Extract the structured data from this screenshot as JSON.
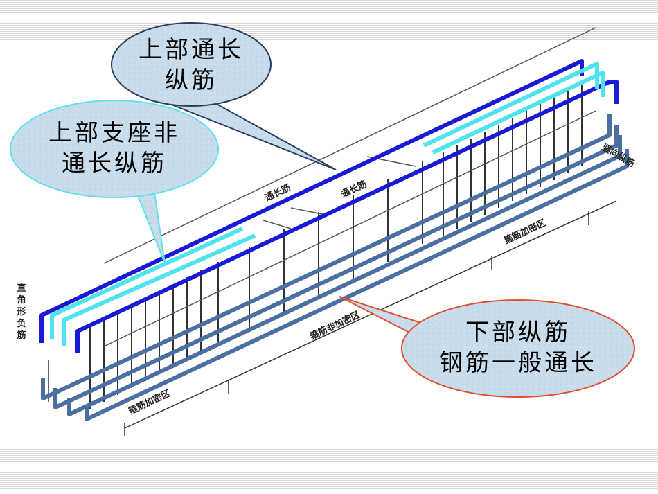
{
  "callouts": {
    "top_continuous": {
      "line1": "上部通长",
      "line2": "纵筋"
    },
    "top_support": {
      "line1": "上部支座非",
      "line2": "通长纵筋"
    },
    "bottom": {
      "line1": "下部纵筋",
      "line2": "钢筋一般通长"
    }
  },
  "sketch_labels": {
    "continuous_bar_1": "通长筋",
    "continuous_bar_2": "通长筋",
    "vertical_bar": "竖向纵筋",
    "dense_zone_right": "箍筋加密区",
    "non_dense_zone": "箍筋非加密区",
    "dense_zone_left": "箍筋加密区",
    "right_angle_bar": "直角形负筋"
  },
  "colors": {
    "top_continuous_bar": "#1a1ad6",
    "top_support_bar": "#4fe3f0",
    "bottom_bar": "#4a6fa0",
    "bubble_fill": "#c8dced",
    "bubble_border_navy": "#2b3f5e",
    "bubble_border_cyan": "#5ee0ee",
    "bubble_border_red": "#e0502e"
  }
}
